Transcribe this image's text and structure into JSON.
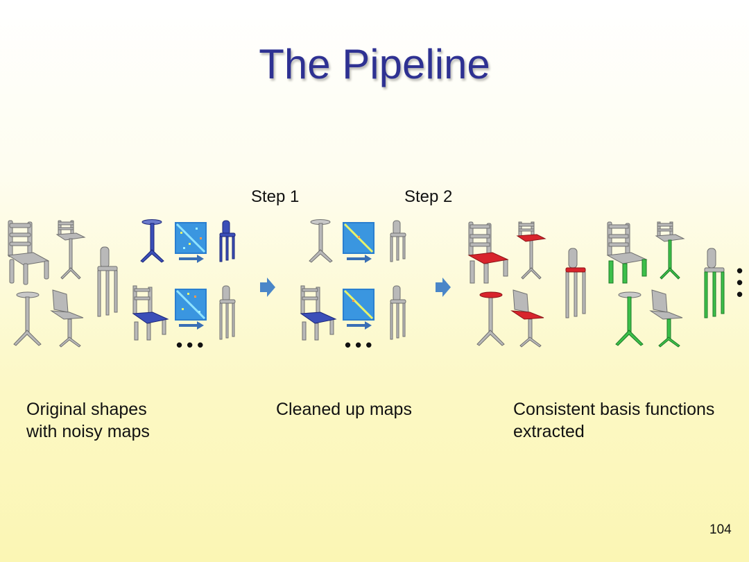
{
  "slide": {
    "title": "The Pipeline",
    "steps": [
      "Step 1",
      "Step 2"
    ],
    "captions": [
      "Original shapes\nwith noisy maps",
      "Cleaned up maps",
      "Consistent basis functions\nextracted"
    ],
    "ellipsis": "•••",
    "vertical_ellipsis": "•\n•\n•",
    "page_number": "104"
  },
  "colors": {
    "title": "#2e3192",
    "shape_gray": "#b9b9b9",
    "map_blue": "#3b4fb8",
    "basis_red": "#d8242c",
    "basis_green": "#3cbf4a",
    "arrow_blue": "#4a86c8"
  }
}
